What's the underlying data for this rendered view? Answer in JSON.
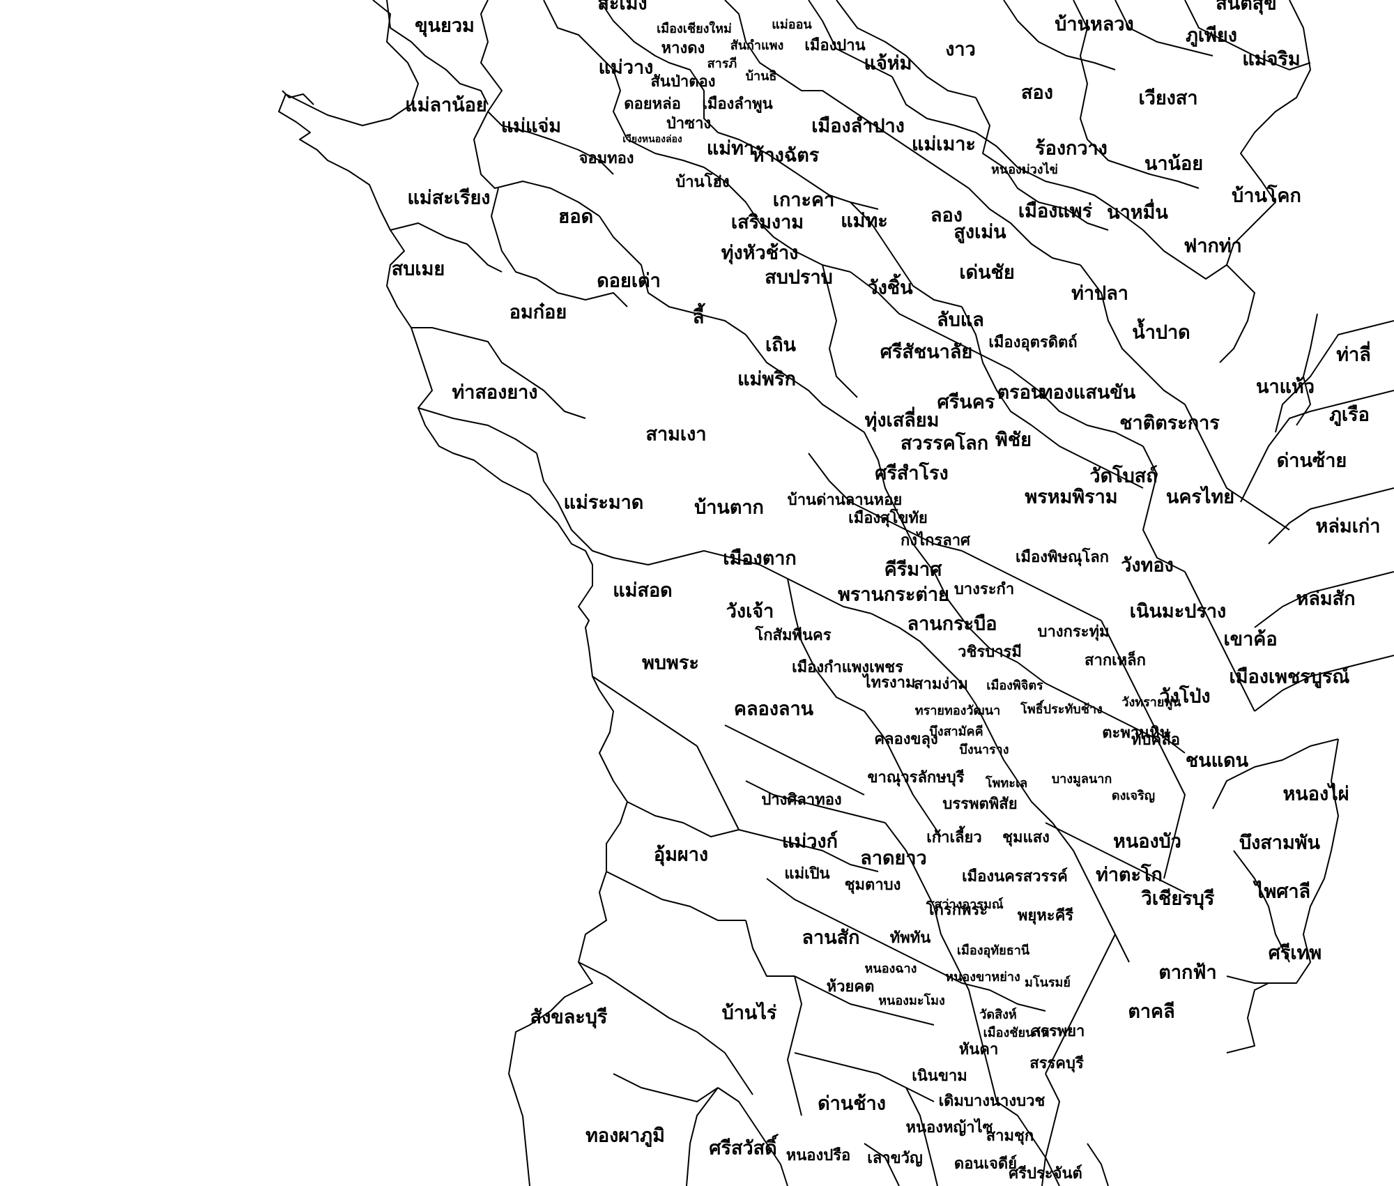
{
  "map": {
    "background": "#ffffff",
    "border_color": "#000000",
    "label_color": "#000000",
    "districts": [
      {
        "name": "ขุนยวม",
        "size": "l"
      },
      {
        "name": "สะเมิง",
        "size": "l"
      },
      {
        "name": "เมืองเชียงใหม่",
        "size": "s"
      },
      {
        "name": "แม่ออน",
        "size": "s"
      },
      {
        "name": "หางดง",
        "size": "m"
      },
      {
        "name": "สันกำแพง",
        "size": "s"
      },
      {
        "name": "เมืองปาน",
        "size": "m"
      },
      {
        "name": "แจ้ห่ม",
        "size": "l"
      },
      {
        "name": "งาว",
        "size": "l"
      },
      {
        "name": "บ้านหลวง",
        "size": "l"
      },
      {
        "name": "สันติสุข",
        "size": "l"
      },
      {
        "name": "ภูเพียง",
        "size": "l"
      },
      {
        "name": "แม่จริม",
        "size": "l"
      },
      {
        "name": "แม่วาง",
        "size": "l"
      },
      {
        "name": "สารภี",
        "size": "s"
      },
      {
        "name": "สันป่าตอง",
        "size": "m"
      },
      {
        "name": "บ้านธิ",
        "size": "s"
      },
      {
        "name": "แม่ลาน้อย",
        "size": "l"
      },
      {
        "name": "ดอยหล่อ",
        "size": "m"
      },
      {
        "name": "เมืองลำพูน",
        "size": "m"
      },
      {
        "name": "สอง",
        "size": "l"
      },
      {
        "name": "เวียงสา",
        "size": "l"
      },
      {
        "name": "แม่แจ่ม",
        "size": "l"
      },
      {
        "name": "ป่าซาง",
        "size": "m"
      },
      {
        "name": "เวียงหนองล่อง",
        "size": "xs"
      },
      {
        "name": "เมืองลำปาง",
        "size": "l"
      },
      {
        "name": "แม่ทา",
        "size": "l"
      },
      {
        "name": "แม่เมาะ",
        "size": "l"
      },
      {
        "name": "ร้องกวาง",
        "size": "l"
      },
      {
        "name": "จอมทอง",
        "size": "m"
      },
      {
        "name": "ห้างฉัตร",
        "size": "l"
      },
      {
        "name": "หนองม่วงไข่",
        "size": "s"
      },
      {
        "name": "นาน้อย",
        "size": "l"
      },
      {
        "name": "บ้านโฮ่ง",
        "size": "m"
      },
      {
        "name": "แม่สะเรียง",
        "size": "l"
      },
      {
        "name": "เกาะคา",
        "size": "l"
      },
      {
        "name": "บ้านโคก",
        "size": "l"
      },
      {
        "name": "ฮอด",
        "size": "l"
      },
      {
        "name": "เสริมงาม",
        "size": "l"
      },
      {
        "name": "แม่ทะ",
        "size": "l"
      },
      {
        "name": "ลอง",
        "size": "l"
      },
      {
        "name": "เมืองแพร่",
        "size": "l"
      },
      {
        "name": "นาหมื่น",
        "size": "l"
      },
      {
        "name": "สูงเม่น",
        "size": "l"
      },
      {
        "name": "ฟากท่า",
        "size": "l"
      },
      {
        "name": "ทุ่งหัวช้าง",
        "size": "l"
      },
      {
        "name": "สบเมย",
        "size": "l"
      },
      {
        "name": "สบปราบ",
        "size": "l"
      },
      {
        "name": "เด่นชัย",
        "size": "l"
      },
      {
        "name": "ดอยเต่า",
        "size": "l"
      },
      {
        "name": "วังชิ้น",
        "size": "l"
      },
      {
        "name": "ท่าปลา",
        "size": "l"
      },
      {
        "name": "อมก๋อย",
        "size": "l"
      },
      {
        "name": "ลี้",
        "size": "l"
      },
      {
        "name": "ลับแล",
        "size": "l"
      },
      {
        "name": "น้ำปาด",
        "size": "l"
      },
      {
        "name": "ท่าลี่",
        "size": "l"
      },
      {
        "name": "เถิน",
        "size": "l"
      },
      {
        "name": "เมืองอุตรดิตถ์",
        "size": "m"
      },
      {
        "name": "ศรีสัชนาลัย",
        "size": "l"
      },
      {
        "name": "แม่พริก",
        "size": "l"
      },
      {
        "name": "นาแห้ว",
        "size": "l"
      },
      {
        "name": "ท่าสองยาง",
        "size": "l"
      },
      {
        "name": "ตรอน",
        "size": "l"
      },
      {
        "name": "ทองแสนขัน",
        "size": "l"
      },
      {
        "name": "ศรีนคร",
        "size": "l"
      },
      {
        "name": "ภูเรือ",
        "size": "l"
      },
      {
        "name": "ทุ่งเสลี่ยม",
        "size": "l"
      },
      {
        "name": "ชาติตระการ",
        "size": "l"
      },
      {
        "name": "สามเงา",
        "size": "l"
      },
      {
        "name": "สวรรคโลก",
        "size": "l"
      },
      {
        "name": "พิชัย",
        "size": "l"
      },
      {
        "name": "ด่านซ้าย",
        "size": "l"
      },
      {
        "name": "ศรีสำโรง",
        "size": "l"
      },
      {
        "name": "วัดโบสถ์",
        "size": "l"
      },
      {
        "name": "นครไทย",
        "size": "l"
      },
      {
        "name": "แม่ระมาด",
        "size": "l"
      },
      {
        "name": "บ้านด่านลานหอย",
        "size": "m"
      },
      {
        "name": "พรหมพิราม",
        "size": "l"
      },
      {
        "name": "บ้านตาก",
        "size": "l"
      },
      {
        "name": "เมืองสุโขทัย",
        "size": "m"
      },
      {
        "name": "หล่มเก่า",
        "size": "l"
      },
      {
        "name": "กงไกรลาศ",
        "size": "m"
      },
      {
        "name": "เมืองพิษณุโลก",
        "size": "m"
      },
      {
        "name": "เมืองตาก",
        "size": "l"
      },
      {
        "name": "วังทอง",
        "size": "l"
      },
      {
        "name": "คีรีมาศ",
        "size": "l"
      },
      {
        "name": "แม่สอด",
        "size": "l"
      },
      {
        "name": "พรานกระต่าย",
        "size": "l"
      },
      {
        "name": "บางระกำ",
        "size": "m"
      },
      {
        "name": "หล่มสัก",
        "size": "l"
      },
      {
        "name": "วังเจ้า",
        "size": "l"
      },
      {
        "name": "เนินมะปราง",
        "size": "l"
      },
      {
        "name": "ลานกระบือ",
        "size": "l"
      },
      {
        "name": "บางกระทุ่ม",
        "size": "m"
      },
      {
        "name": "เขาค้อ",
        "size": "l"
      },
      {
        "name": "โกสัมพีนคร",
        "size": "m"
      },
      {
        "name": "วชิรบารมี",
        "size": "m"
      },
      {
        "name": "สากเหล็ก",
        "size": "m"
      },
      {
        "name": "พบพระ",
        "size": "l"
      },
      {
        "name": "เมืองกำแพงเพชร",
        "size": "m"
      },
      {
        "name": "ไทรงาม",
        "size": "m"
      },
      {
        "name": "สามง่าม",
        "size": "m"
      },
      {
        "name": "เมืองพิจิตร",
        "size": "s"
      },
      {
        "name": "เมืองเพชรบูรณ์",
        "size": "l"
      },
      {
        "name": "วังทรายพูน",
        "size": "s"
      },
      {
        "name": "วังโป่ง",
        "size": "l"
      },
      {
        "name": "คลองลาน",
        "size": "l"
      },
      {
        "name": "ทรายทองวัฒนา",
        "size": "s"
      },
      {
        "name": "โพธิ์ประทับช้าง",
        "size": "s"
      },
      {
        "name": "ตะพานหิน",
        "size": "m"
      },
      {
        "name": "คลองขลุง",
        "size": "m"
      },
      {
        "name": "บึงสามัคคี",
        "size": "s"
      },
      {
        "name": "บึงนาราง",
        "size": "s"
      },
      {
        "name": "ทับคล้อ",
        "size": "m"
      },
      {
        "name": "ชนแดน",
        "size": "l"
      },
      {
        "name": "โพทะเล",
        "size": "s"
      },
      {
        "name": "บางมูลนาก",
        "size": "s"
      },
      {
        "name": "หนองไผ่",
        "size": "l"
      },
      {
        "name": "ปางศิลาทอง",
        "size": "m"
      },
      {
        "name": "ขาณุวรลักษบุรี",
        "size": "m"
      },
      {
        "name": "ดงเจริญ",
        "size": "s"
      },
      {
        "name": "บรรพตพิสัย",
        "size": "m"
      },
      {
        "name": "แม่วงก์",
        "size": "l"
      },
      {
        "name": "เก้าเลี้ยว",
        "size": "m"
      },
      {
        "name": "ชุมแสง",
        "size": "m"
      },
      {
        "name": "หนองบัว",
        "size": "l"
      },
      {
        "name": "บึงสามพัน",
        "size": "l"
      },
      {
        "name": "อุ้มผาง",
        "size": "l"
      },
      {
        "name": "ลาดยาว",
        "size": "l"
      },
      {
        "name": "แม่เปิน",
        "size": "m"
      },
      {
        "name": "เมืองนครสวรรค์",
        "size": "m"
      },
      {
        "name": "ท่าตะโก",
        "size": "l"
      },
      {
        "name": "ชุมตาบง",
        "size": "m"
      },
      {
        "name": "วิเชียรบุรี",
        "size": "l"
      },
      {
        "name": "ไพศาลี",
        "size": "l"
      },
      {
        "name": "สว่างอารมณ์",
        "size": "s"
      },
      {
        "name": "โกรกพระ",
        "size": "m"
      },
      {
        "name": "พยุหะคีรี",
        "size": "m"
      },
      {
        "name": "ลานสัก",
        "size": "l"
      },
      {
        "name": "ทัพทัน",
        "size": "m"
      },
      {
        "name": "ศรีเทพ",
        "size": "l"
      },
      {
        "name": "เมืองอุทัยธานี",
        "size": "s"
      },
      {
        "name": "หนองฉาง",
        "size": "s"
      },
      {
        "name": "หนองขาหย่าง",
        "size": "s"
      },
      {
        "name": "ตากฟ้า",
        "size": "l"
      },
      {
        "name": "ห้วยคต",
        "size": "m"
      },
      {
        "name": "มโนรมย์",
        "size": "s"
      },
      {
        "name": "สังขละบุรี",
        "size": "l"
      },
      {
        "name": "หนองมะโมง",
        "size": "s"
      },
      {
        "name": "วัดสิงห์",
        "size": "s"
      },
      {
        "name": "บ้านไร่",
        "size": "l"
      },
      {
        "name": "ตาคลี",
        "size": "l"
      },
      {
        "name": "เมืองชัยนาท",
        "size": "s"
      },
      {
        "name": "สรรพยา",
        "size": "m"
      },
      {
        "name": "หันคา",
        "size": "m"
      },
      {
        "name": "สรรคบุรี",
        "size": "m"
      },
      {
        "name": "เนินขาม",
        "size": "m"
      },
      {
        "name": "ด่านช้าง",
        "size": "l"
      },
      {
        "name": "เดิมบางนางบวช",
        "size": "m"
      },
      {
        "name": "ทองผาภูมิ",
        "size": "l"
      },
      {
        "name": "หนองหญ้าไซ",
        "size": "m"
      },
      {
        "name": "สามชุก",
        "size": "m"
      },
      {
        "name": "ศรีสวัสดิ์",
        "size": "l"
      },
      {
        "name": "หนองปรือ",
        "size": "m"
      },
      {
        "name": "เลาขวัญ",
        "size": "m"
      },
      {
        "name": "ดอนเจดีย์",
        "size": "m"
      },
      {
        "name": "ศรีประจันต์",
        "size": "m"
      }
    ]
  }
}
